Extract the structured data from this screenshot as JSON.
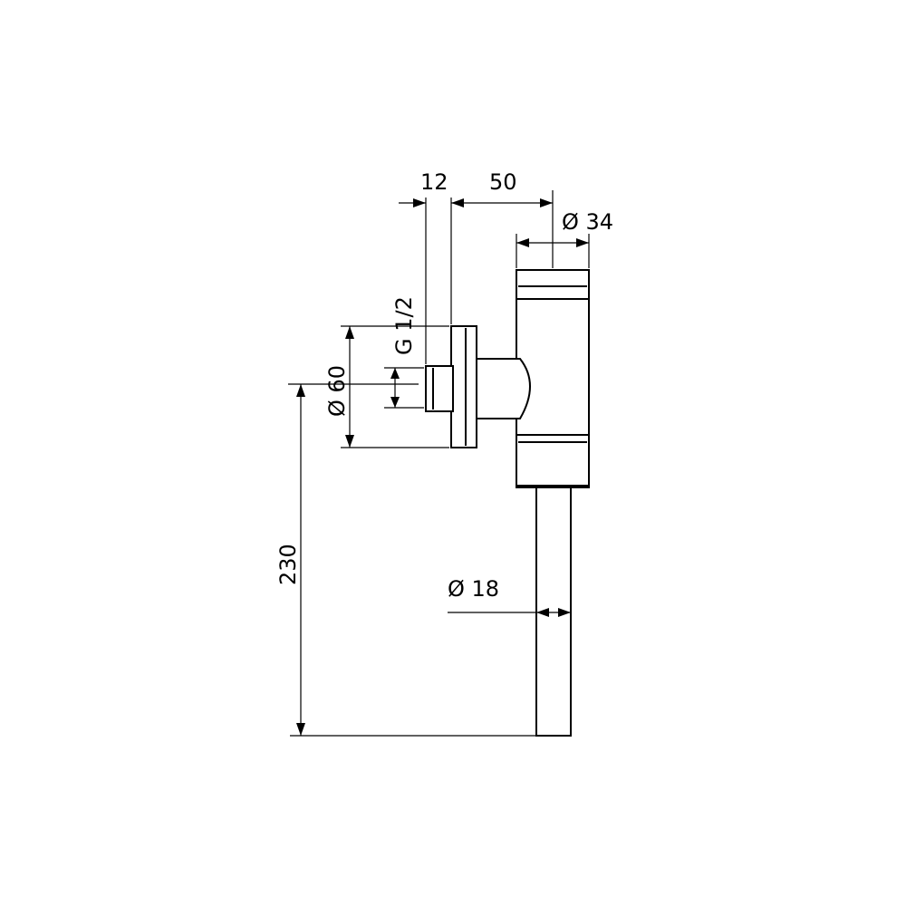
{
  "dimensions": {
    "wall_offset": "12",
    "spout_offset": "50",
    "body_diameter": "Ø 34",
    "thread": "G 1/2",
    "flange_diameter": "Ø 60",
    "height": "230",
    "pipe_diameter": "Ø 18"
  }
}
